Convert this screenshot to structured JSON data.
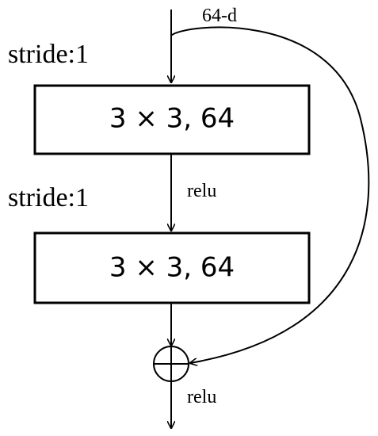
{
  "input_dim": "64-d",
  "layers": [
    {
      "stride": "stride:1",
      "label": "3 × 3,  64"
    },
    {
      "stride": "stride:1",
      "label": "3 × 3,  64"
    }
  ],
  "activation_mid": "relu",
  "activation_out": "relu",
  "addition_symbol": "circled-plus",
  "colors": {
    "stroke": "#000000",
    "background": "#ffffff"
  }
}
